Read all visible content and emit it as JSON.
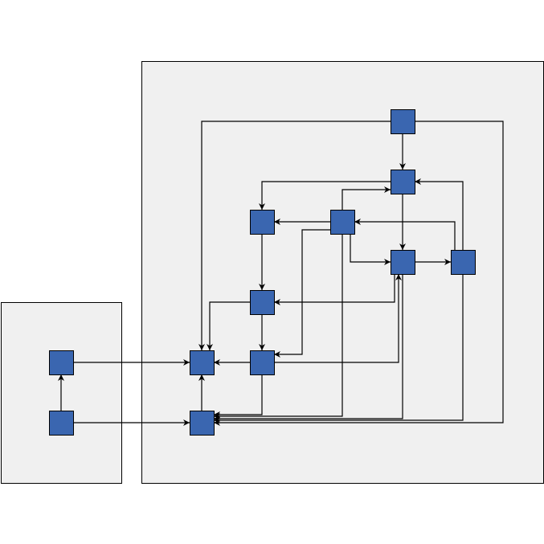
{
  "diagram": {
    "node_color": "#3a66b0",
    "container_color": "#f0f0f0",
    "containers": [
      "left-group",
      "right-group"
    ],
    "nodes": [
      "L1",
      "L2",
      "A",
      "B",
      "C",
      "D",
      "E",
      "F",
      "G",
      "H",
      "I",
      "J"
    ],
    "edges": [
      [
        "L2",
        "L1"
      ],
      [
        "L1",
        "H"
      ],
      [
        "L2",
        "J"
      ],
      [
        "A",
        "B"
      ],
      [
        "A",
        "H"
      ],
      [
        "A",
        "J"
      ],
      [
        "B",
        "C"
      ],
      [
        "D",
        "B"
      ],
      [
        "B",
        "E"
      ],
      [
        "D",
        "C"
      ],
      [
        "D",
        "E"
      ],
      [
        "D",
        "I"
      ],
      [
        "D",
        "J"
      ],
      [
        "F",
        "D"
      ],
      [
        "F",
        "B"
      ],
      [
        "E",
        "F"
      ],
      [
        "F",
        "J"
      ],
      [
        "E",
        "G"
      ],
      [
        "I",
        "E"
      ],
      [
        "E",
        "J"
      ],
      [
        "C",
        "G"
      ],
      [
        "G",
        "I"
      ],
      [
        "G",
        "H"
      ],
      [
        "I",
        "H"
      ],
      [
        "I",
        "J"
      ],
      [
        "J",
        "H"
      ]
    ]
  }
}
